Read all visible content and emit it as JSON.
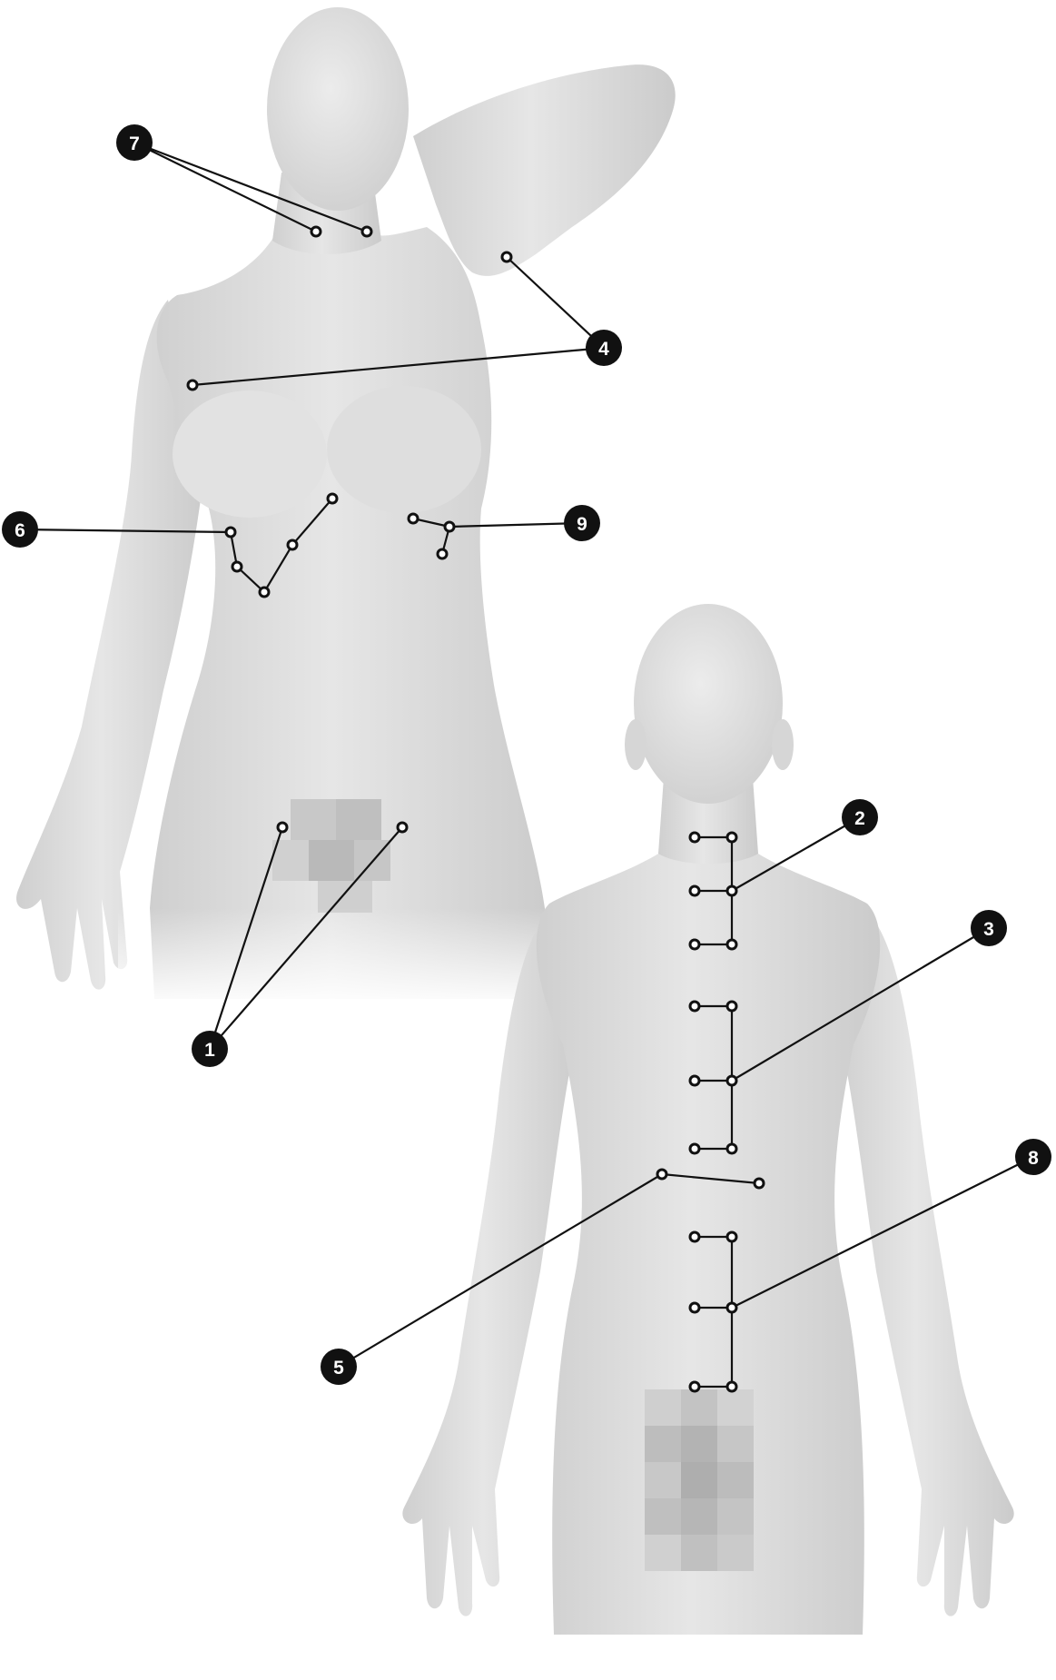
{
  "figure": {
    "views": [
      "front",
      "back"
    ],
    "marker_color": "#111111",
    "marker_text_color": "#ffffff",
    "line_color": "#111111",
    "point_fill": "#ffffff",
    "skin_color": "#d9d9d9",
    "pixelated_censor": true
  },
  "callouts": [
    {
      "id": "c1",
      "label": "1"
    },
    {
      "id": "c2",
      "label": "2"
    },
    {
      "id": "c3",
      "label": "3"
    },
    {
      "id": "c4",
      "label": "4"
    },
    {
      "id": "c5",
      "label": "5"
    },
    {
      "id": "c6",
      "label": "6"
    },
    {
      "id": "c7",
      "label": "7"
    },
    {
      "id": "c8",
      "label": "8"
    },
    {
      "id": "c9",
      "label": "9"
    }
  ]
}
